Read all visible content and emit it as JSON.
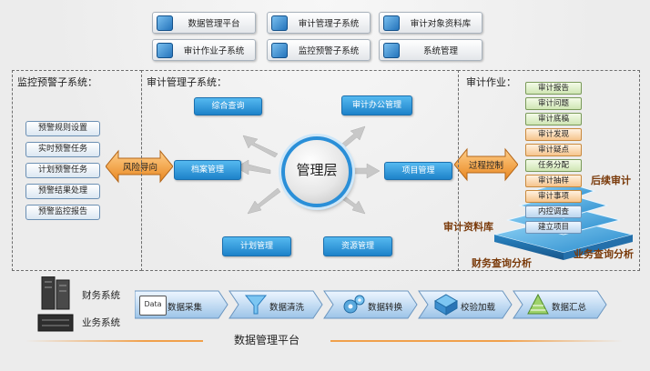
{
  "top_buttons": {
    "data_mgmt_platform": "数据管理平台",
    "audit_mgmt_subsystem": "审计管理子系统",
    "audit_object_db": "审计对象资料库",
    "audit_work_subsystem": "审计作业子系统",
    "monitor_alert_subsystem": "监控预警子系统",
    "system_mgmt": "系统管理"
  },
  "left_panel": {
    "title": "监控预警子系统：",
    "items": [
      "预警规则设置",
      "实时预警任务",
      "计划预警任务",
      "预警结果处理",
      "预警监控报告"
    ],
    "arrow_label": "风险导向"
  },
  "center_panel": {
    "title": "审计管理子系统：",
    "hub": "管理层",
    "modules": {
      "query": "综合查询",
      "office": "审计办公管理",
      "archive": "档案管理",
      "project": "项目管理",
      "plan": "计划管理",
      "resource": "资源管理"
    }
  },
  "right_panel": {
    "title": "审计作业：",
    "arrow_label": "过程控制",
    "stack": [
      "审计报告",
      "审计问题",
      "审计底稿",
      "审计发现",
      "审计疑点",
      "任务分配",
      "审计抽样",
      "审计事项",
      "内控调查",
      "建立项目"
    ],
    "labels": {
      "followup": "后续审计",
      "audit_db": "审计资料库",
      "fin_query": "财务查询分析",
      "biz_query": "业务查询分析"
    }
  },
  "bottom": {
    "systems": [
      "财务系统",
      "业务系统"
    ],
    "pipeline": [
      "数据采集",
      "数据清洗",
      "数据转换",
      "校验加载",
      "数据汇总"
    ],
    "data_icon_text": "Data",
    "platform_title": "数据管理平台"
  },
  "colors": {
    "blue": "#1d82c9",
    "orange": "#f0a04b",
    "cube": "#29a3e4"
  }
}
